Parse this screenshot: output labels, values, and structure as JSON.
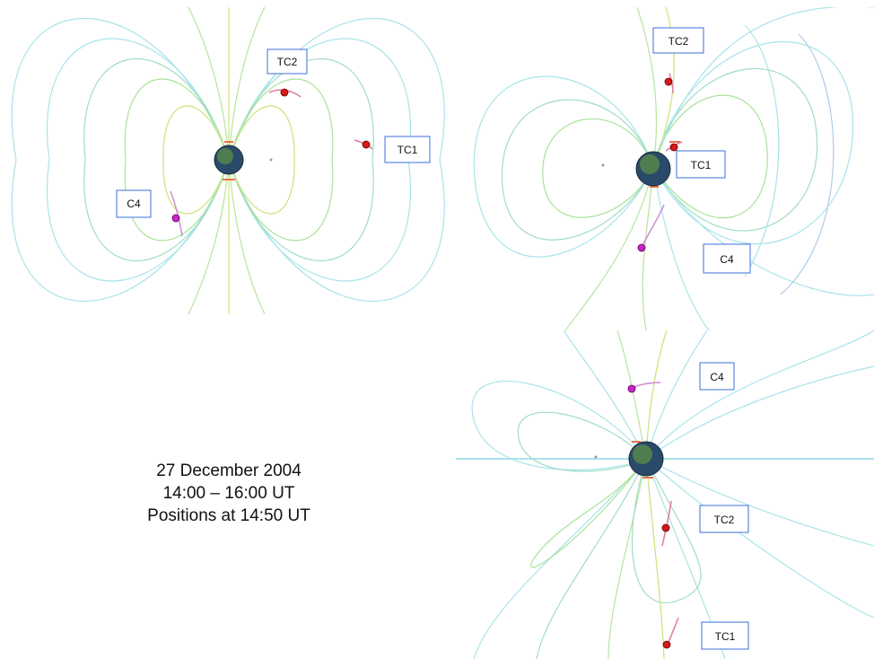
{
  "caption": {
    "date": "27 December 2004",
    "interval": "14:00 – 16:00 UT",
    "positions": "Positions at 14:50 UT"
  },
  "panels": [
    {
      "id": "top-left",
      "labels": [
        "TC2",
        "TC1",
        "C4"
      ]
    },
    {
      "id": "top-right",
      "labels": [
        "TC2",
        "TC1",
        "C4"
      ]
    },
    {
      "id": "bottom-right",
      "labels": [
        "C4",
        "TC2",
        "TC1"
      ]
    }
  ],
  "colors": {
    "field_line_outer": "#7fd9e0",
    "field_line_inner": "#9ee06a",
    "field_line_near_earth": "#f2c94c",
    "field_line_cusp": "#e8734a",
    "tc_spacecraft": "#d41a1a",
    "c4_spacecraft": "#c626c6",
    "label_border": "#3a6fd8",
    "orbit_track": "#e07a9a"
  },
  "icons": {
    "earth": "earth-globe-icon",
    "spacecraft": "spacecraft-marker-icon"
  }
}
